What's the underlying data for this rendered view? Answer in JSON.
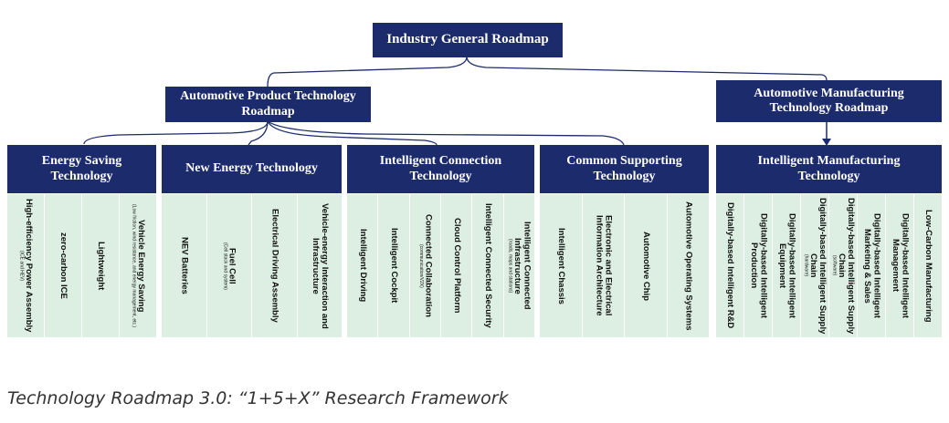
{
  "root": {
    "label": "Industry General Roadmap"
  },
  "product": {
    "label": "Automotive Product Technology Roadmap"
  },
  "manufacturing": {
    "label": "Automotive Manufacturing Technology Roadmap"
  },
  "groups": [
    {
      "title": "Energy Saving Technology",
      "items": [
        {
          "main": "High-efficiency Power Assembly",
          "sub": "(ICE and HEV)"
        },
        {
          "main": "zero-carbon ICE",
          "sub": ""
        },
        {
          "main": "Lightweight",
          "sub": ""
        },
        {
          "main": "Vehicle Energy Saving",
          "sub": "(Low friction, wind resistance, and energy management, etc.)"
        }
      ]
    },
    {
      "title": "New Energy Technology",
      "items": [
        {
          "main": "NEV Batteries",
          "sub": ""
        },
        {
          "main": "Fuel Cell",
          "sub": "(Cell stack and system)"
        },
        {
          "main": "Electrical Driving Assembly",
          "sub": ""
        },
        {
          "main": "Vehicle-energy Interaction and Infrastructure",
          "sub": ""
        }
      ]
    },
    {
      "title": "Intelligent Connection Technology",
      "items": [
        {
          "main": "Intelligent Driving",
          "sub": ""
        },
        {
          "main": "Intelligent Cockpit",
          "sub": ""
        },
        {
          "main": "Connected Collaboration",
          "sub": "(communication/V2X)"
        },
        {
          "main": "Cloud Control Platform",
          "sub": ""
        },
        {
          "main": "Intelligent Connected Security",
          "sub": ""
        },
        {
          "main": "Intelligent Connected Infrastructure",
          "sub": "(roads, maps and stations)"
        }
      ]
    },
    {
      "title": "Common Supporting Technology",
      "items": [
        {
          "main": "Intelligent Chassis",
          "sub": ""
        },
        {
          "main": "Electronic and Electrical Information Architecture",
          "sub": ""
        },
        {
          "main": "Automotive Chip",
          "sub": ""
        },
        {
          "main": "Automotive Operating Systems",
          "sub": ""
        }
      ]
    },
    {
      "title": "Intelligent Manufacturing Technology",
      "items": [
        {
          "main": "Digitally-based Intelligent R&D",
          "sub": ""
        },
        {
          "main": "Digitally-based Intelligent Production",
          "sub": ""
        },
        {
          "main": "Digitally-based Intelligent Equipment",
          "sub": ""
        },
        {
          "main": "Digitally-based Intelligent Supply Chain",
          "sub": "(hardware)"
        },
        {
          "main": "Digitally-based Intelligent Supply Chain",
          "sub": "(software)"
        },
        {
          "main": "Digitally-based Intelligent Marketing & Sales",
          "sub": ""
        },
        {
          "main": "Digitally-based Intelligent Management",
          "sub": ""
        },
        {
          "main": "Low-Carbon Manufacturing",
          "sub": ""
        }
      ]
    }
  ],
  "caption": "Technology Roadmap 3.0: “1+5+X” Research Framework",
  "colors": {
    "navy": "#1b2b6b",
    "cell": "#dcefe2",
    "connector": "#1b2b6b"
  }
}
